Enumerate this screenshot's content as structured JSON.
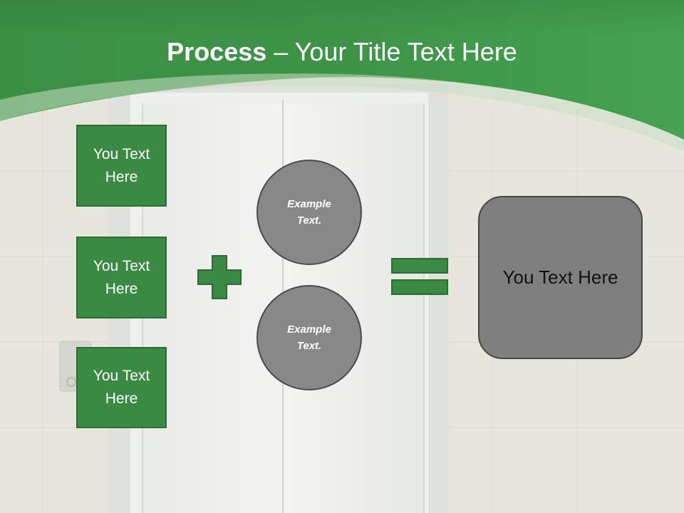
{
  "slide": {
    "title_bold": "Process",
    "title_rest": " – Your Title Text Here"
  },
  "inputs": [
    {
      "label": "You Text\nHere"
    },
    {
      "label": "You Text\nHere"
    },
    {
      "label": "You Text\nHere"
    }
  ],
  "operators": {
    "plus_icon": "plus-icon",
    "equals_icon": "equals-icon"
  },
  "circles": [
    {
      "label": "Example\nText."
    },
    {
      "label": "Example\nText."
    }
  ],
  "result": {
    "label": "You Text Here"
  },
  "colors": {
    "header_green": "#3d9a47",
    "box_green": "#3b8a43",
    "circle_gray": "#888888",
    "result_gray": "#7f7f7f",
    "wall": "#e7e6dc"
  }
}
